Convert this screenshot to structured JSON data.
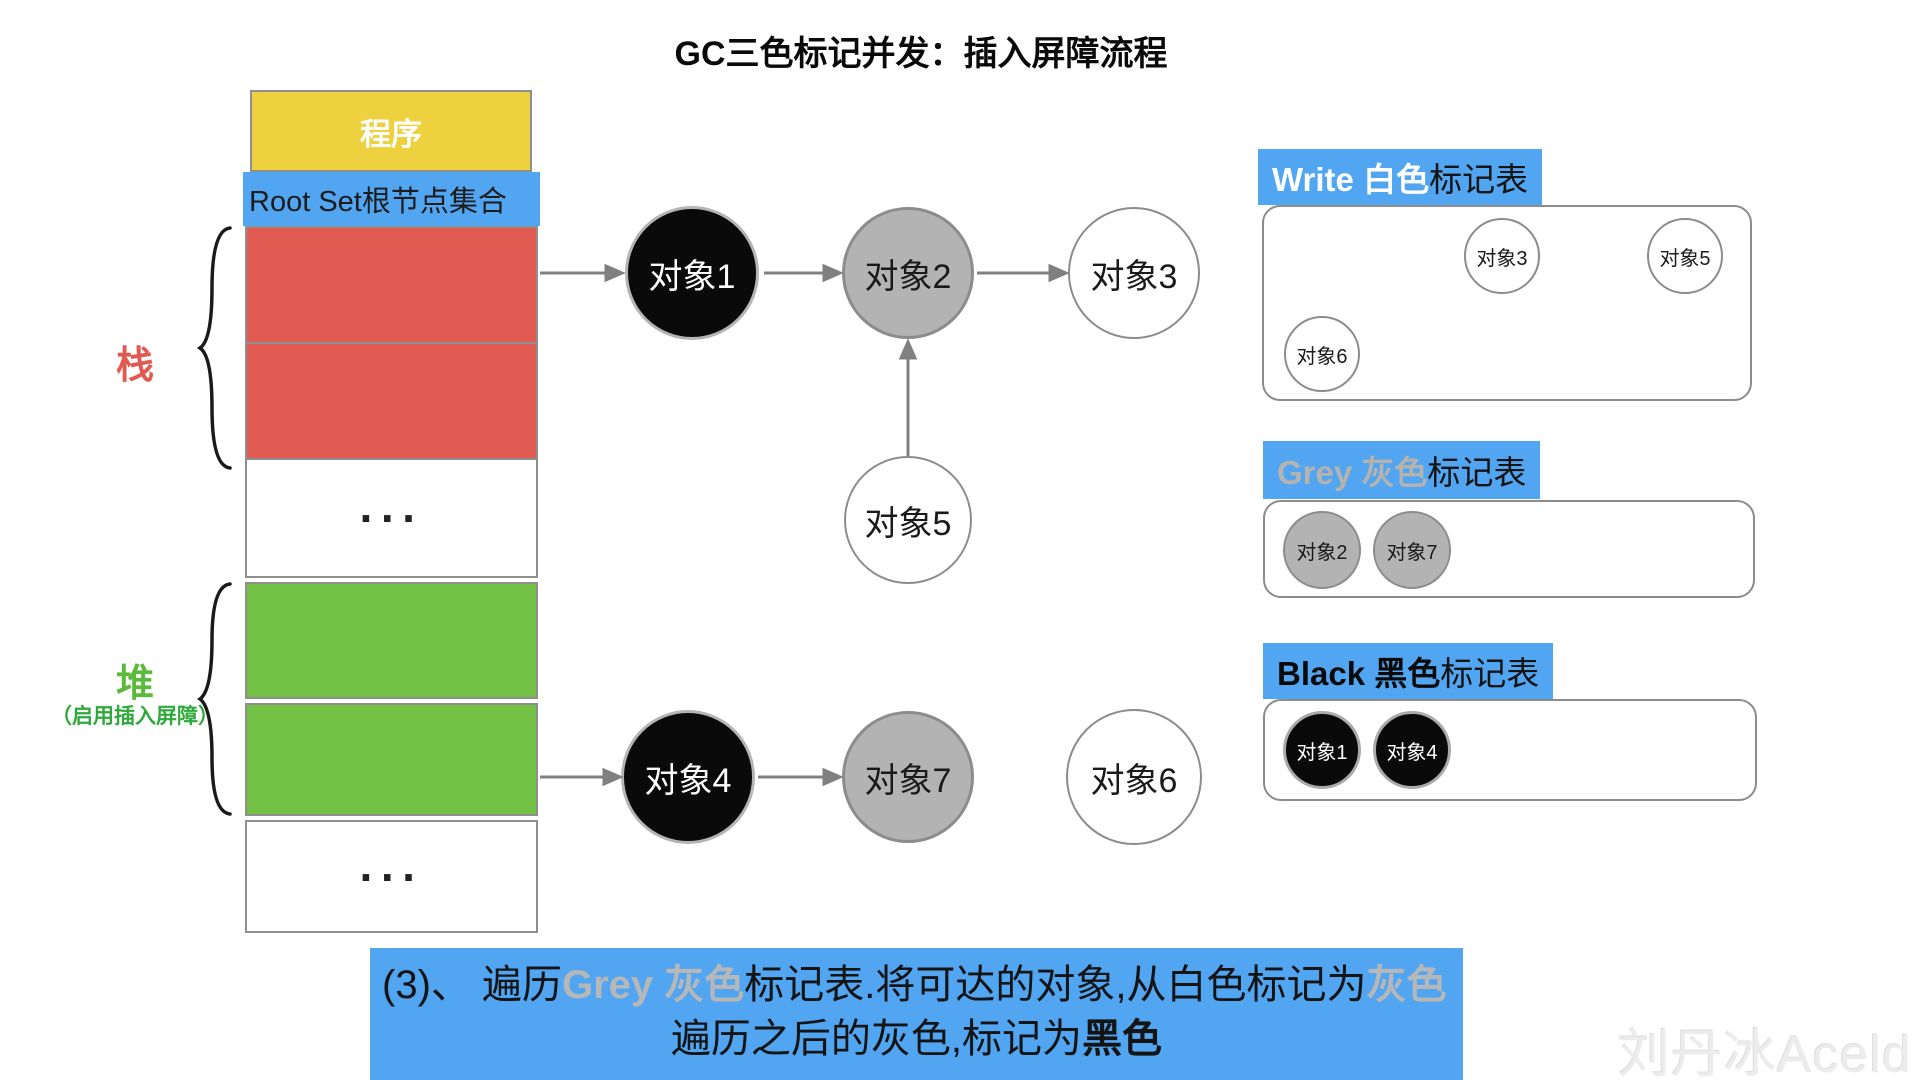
{
  "title": "GC三色标记并发：插入屏障流程",
  "memory": {
    "program": "程序",
    "root_set": "Root Set根节点集合",
    "stack_label": "栈",
    "heap_label": "堆",
    "heap_note": "（启用插入屏障）",
    "ellipsis1": "···",
    "ellipsis2": "···"
  },
  "nodes": {
    "obj1": "对象1",
    "obj2": "对象2",
    "obj3": "对象3",
    "obj4": "对象4",
    "obj5": "对象5",
    "obj6": "对象6",
    "obj7": "对象7"
  },
  "tables": {
    "white": {
      "title_accent": "Write 白色",
      "title_rest": "标记表",
      "items": [
        "对象3",
        "对象5",
        "对象6"
      ]
    },
    "grey": {
      "title_accent": "Grey 灰色",
      "title_rest": "标记表",
      "items": [
        "对象2",
        "对象7"
      ]
    },
    "black": {
      "title_accent": "Black 黑色",
      "title_rest": "标记表",
      "items": [
        "对象1",
        "对象4"
      ]
    }
  },
  "caption": {
    "line1_part1": "(3)、 遍历",
    "line1_part2": "Grey 灰色",
    "line1_part3": "标记表.将可达的对象,从白色标记为",
    "line1_part4": "灰色",
    "line2_part1": "遍历之后的灰色,标记为",
    "line2_part2": "黑色"
  },
  "watermark": "刘丹冰Aceld",
  "colors": {
    "accent_blue": "#52A5F0",
    "program_yellow": "#EDD13E",
    "stack_red": "#E15A52",
    "heap_green": "#72C044",
    "grey_node": "#B3B3B3",
    "black_node": "#0A0A0A",
    "white_node": "#FFFFFF"
  }
}
